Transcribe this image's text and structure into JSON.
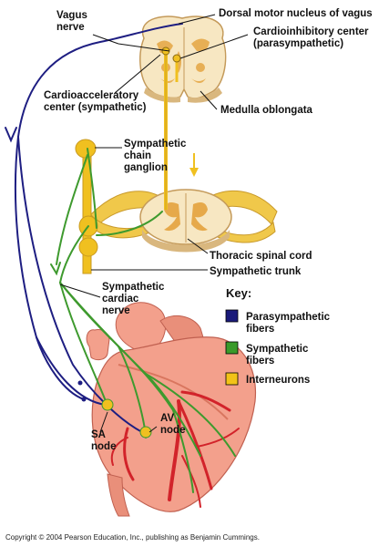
{
  "labels": {
    "vagus_nerve": [
      "Vagus",
      "nerve"
    ],
    "dorsal_motor_nucleus": "Dorsal motor nucleus of vagus",
    "cardioinhibitory_center": [
      "Cardioinhibitory center",
      "(parasympathetic)"
    ],
    "cardioacceleratory_center": [
      "Cardioacceleratory",
      "center (sympathetic)"
    ],
    "medulla_oblongata": "Medulla oblongata",
    "sympathetic_chain_ganglion": [
      "Sympathetic",
      "chain",
      "ganglion"
    ],
    "thoracic_spinal_cord": "Thoracic spinal cord",
    "sympathetic_trunk": "Sympathetic trunk",
    "sympathetic_cardiac_nerve": [
      "Sympathetic",
      "cardiac",
      "nerve"
    ],
    "sa_node": [
      "SA",
      "node"
    ],
    "av_node": [
      "AV",
      "node"
    ]
  },
  "key": {
    "title": "Key:",
    "items": [
      {
        "label": [
          "Parasympathetic",
          "fibers"
        ],
        "color": "#1a1a7a"
      },
      {
        "label": [
          "Sympathetic",
          "fibers"
        ],
        "color": "#3a9a2a"
      },
      {
        "label": [
          "Interneurons"
        ],
        "color": "#f2c318"
      }
    ]
  },
  "colors": {
    "parasympathetic": "#1e1e82",
    "sympathetic": "#3e9a2e",
    "interneuron": "#f0c020",
    "tissue": "#f7e7c2",
    "tissue_shadow": "#c49a5a",
    "heart": "#f3a08c",
    "heart_dark": "#d9765f",
    "artery": "#d2232a"
  },
  "copyright": "Copyright © 2004 Pearson Education, Inc., publishing as Benjamin Cummings."
}
